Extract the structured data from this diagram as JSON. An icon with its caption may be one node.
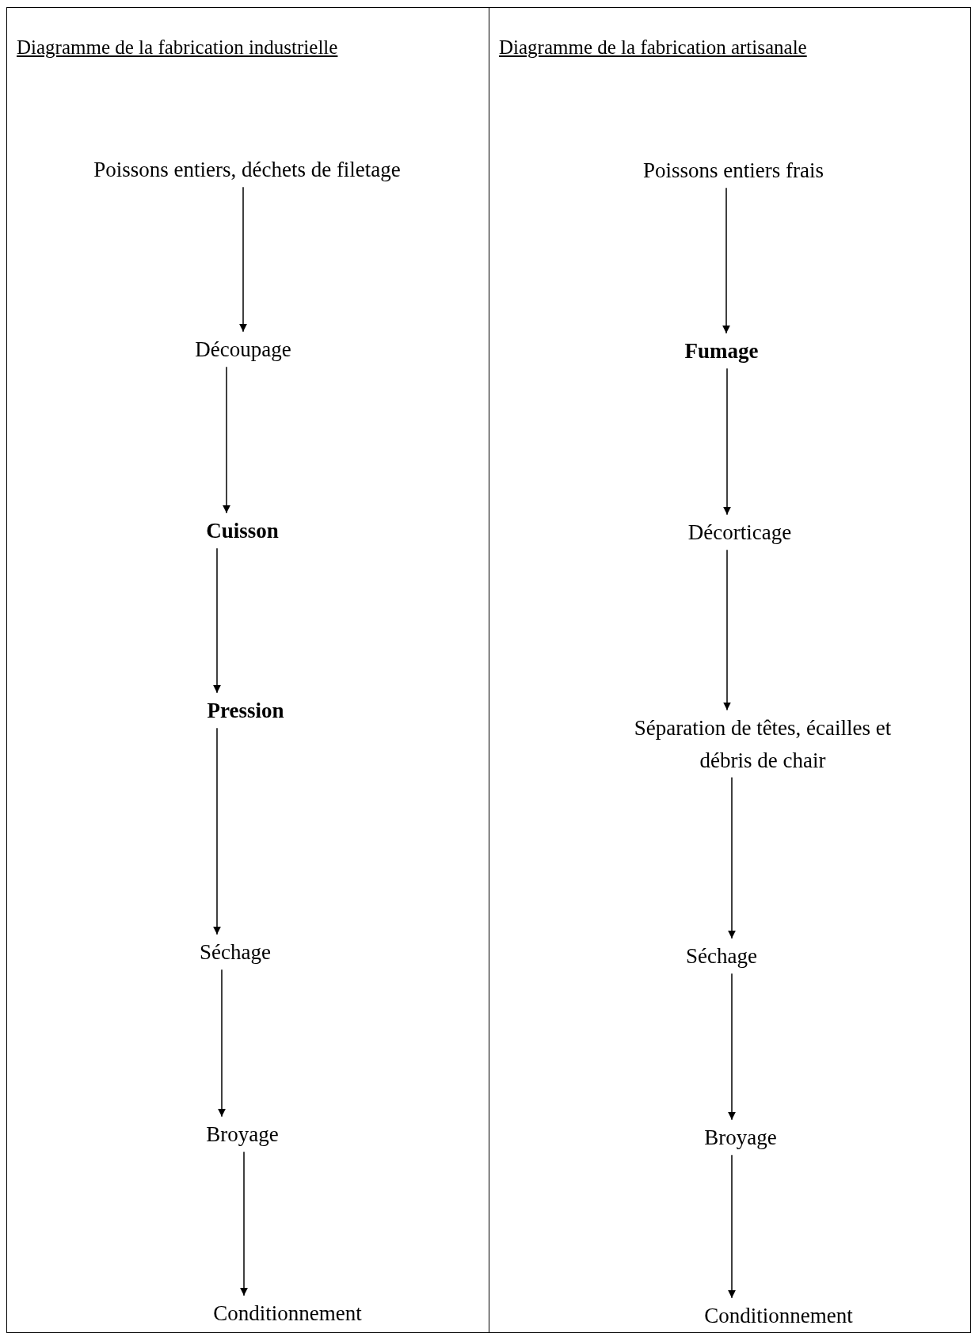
{
  "diagram": {
    "nodes": [
      {
        "text": [
          "Diagramme de la fabrication industrielle"
        ]
      },
      {
        "text": [
          "Poissons entiers, déchets de filetage"
        ],
        "in": 0
      },
      {
        "text": [
          "Découpage"
        ],
        "in": 0
      },
      {
        "text": [
          "Cuisson"
        ],
        "in": 0
      },
      {
        "text": [
          "Pression"
        ],
        "in": 0
      },
      {
        "text": [
          "Séchage"
        ],
        "in": 0
      },
      {
        "text": [
          "Broyage"
        ],
        "in": 0
      },
      {
        "text": [
          "Conditionnement"
        ],
        "in": 0
      },
      {
        "text": [
          "Diagramme de la fabrication artisanale"
        ]
      },
      {
        "text": [
          "Poissons entiers frais"
        ],
        "in": 8
      },
      {
        "text": [
          "Fumage"
        ],
        "in": 8
      },
      {
        "text": [
          "Décorticage"
        ],
        "in": 8
      },
      {
        "text": [
          "Séparation de têtes, écailles et débris de chair"
        ],
        "in": 8
      },
      {
        "text": [
          "Séchage"
        ],
        "in": 8
      },
      {
        "text": [
          "Broyage"
        ],
        "in": 8
      },
      {
        "text": [
          "Conditionnement"
        ],
        "in": 8
      }
    ],
    "edges": [
      {
        "from": 1,
        "to": 2,
        "arrow": "to"
      },
      {
        "from": 2,
        "to": 3,
        "arrow": "to"
      },
      {
        "from": 3,
        "to": 4,
        "arrow": "to"
      },
      {
        "from": 4,
        "to": 5,
        "arrow": "to"
      },
      {
        "from": 5,
        "to": 6,
        "arrow": "to"
      },
      {
        "from": 6,
        "to": 7,
        "arrow": "to"
      },
      {
        "from": 9,
        "to": 10,
        "arrow": "to"
      },
      {
        "from": 10,
        "to": 11,
        "arrow": "to"
      },
      {
        "from": 11,
        "to": 12,
        "arrow": "to"
      },
      {
        "from": 12,
        "to": 13,
        "arrow": "to"
      },
      {
        "from": 13,
        "to": 14,
        "arrow": "to"
      },
      {
        "from": 14,
        "to": 15,
        "arrow": "to"
      }
    ]
  }
}
